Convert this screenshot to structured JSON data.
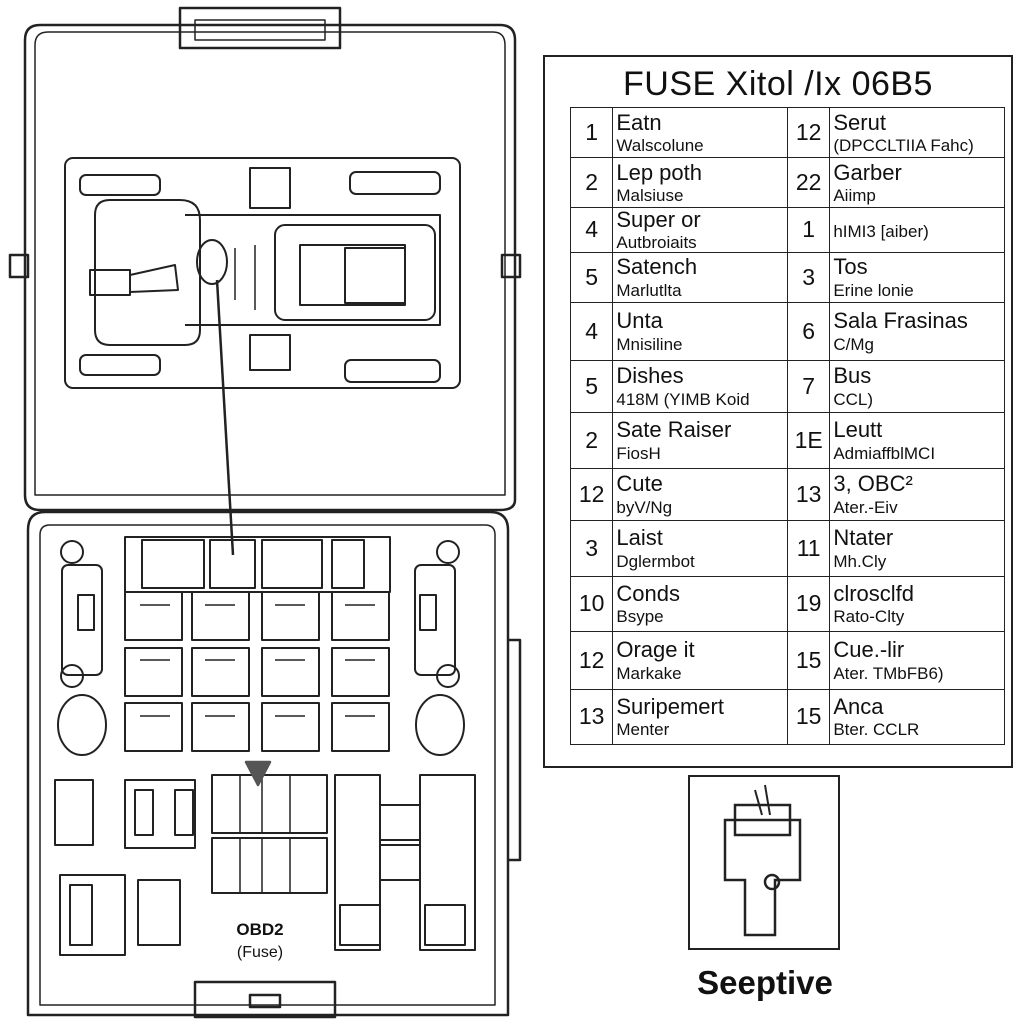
{
  "legend": {
    "title": "FUSE Xitol /Ix 06B5",
    "rows": [
      {
        "l_num": "1",
        "l_name": "Eatn",
        "l_sub": "Walscolune",
        "r_num": "12",
        "r_name": "Serut",
        "r_sub": "(DPCCLTIIA Fahc)"
      },
      {
        "l_num": "2",
        "l_name": "Lep poth",
        "l_sub": "Malsiuse",
        "r_num": "22",
        "r_name": "Garber",
        "r_sub": "Aiimp"
      },
      {
        "l_num": "4",
        "l_name": "Super or",
        "l_sub": "Autbroiaits",
        "r_num": "1",
        "r_name": "",
        "r_sub": "hIMI3 [aiber)"
      },
      {
        "l_num": "5",
        "l_name": "Satench",
        "l_sub": "Marlutlta",
        "r_num": "3",
        "r_name": "Tos",
        "r_sub": "Erine lonie"
      },
      {
        "l_num": "4",
        "l_name": "Unta",
        "l_sub": "Mnisiline",
        "r_num": "6",
        "r_name": "Sala Frasinas",
        "r_sub": "C/Mg"
      },
      {
        "l_num": "5",
        "l_name": "Dishes",
        "l_sub": "418M (YIMB Koid",
        "r_num": "7",
        "r_name": "Bus",
        "r_sub": "CCL)"
      },
      {
        "l_num": "2",
        "l_name": "Sate Raiser",
        "l_sub": "FiosH",
        "r_num": "1E",
        "r_name": "Leutt",
        "r_sub": "AdmiaffblMCI"
      },
      {
        "l_num": "12",
        "l_name": "Cute",
        "l_sub": "byV/Ng",
        "r_num": "13",
        "r_name": "3, OBC²",
        "r_sub": "Ater.-Eiv"
      },
      {
        "l_num": "3",
        "l_name": "Laist",
        "l_sub": "Dglermbot",
        "r_num": "11",
        "r_name": "Ntater",
        "r_sub": "Mh.Cly"
      },
      {
        "l_num": "10",
        "l_name": "Conds",
        "l_sub": "Bsype",
        "r_num": "19",
        "r_name": "clrosclfd",
        "r_sub": "Rato-Clty"
      },
      {
        "l_num": "12",
        "l_name": "Orage it",
        "l_sub": "Markake",
        "r_num": "15",
        "r_name": "Cue.-lir",
        "r_sub": "Ater. TMbFB6)"
      },
      {
        "l_num": "13",
        "l_name": "Suripemert",
        "l_sub": "Menter",
        "r_num": "15",
        "r_name": "Anca",
        "r_sub": "Bter. CCLR"
      }
    ]
  },
  "fusebox": {
    "obd_label": "OBD2",
    "fuse_label": "(Fuse)"
  },
  "inset": {
    "caption": "Seeptive"
  },
  "colors": {
    "line": "#222222",
    "background": "#ffffff"
  }
}
